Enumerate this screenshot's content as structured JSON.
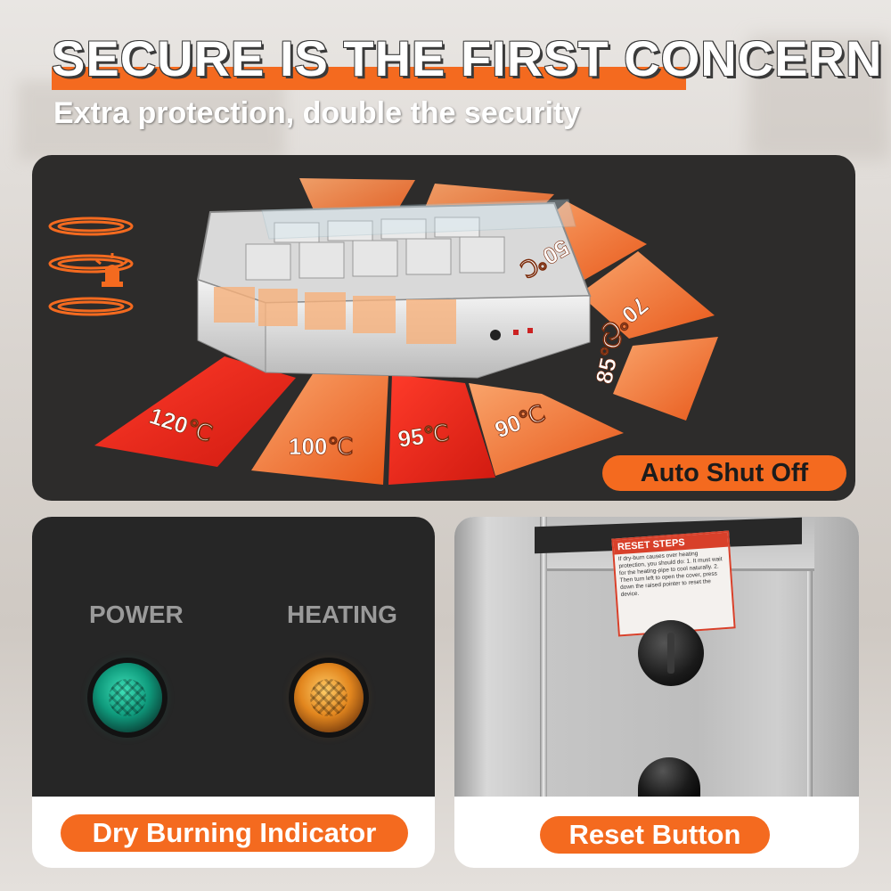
{
  "header": {
    "title": "SECURE IS THE FIRST CONCERN",
    "subtitle": "Extra protection, double the security",
    "accent_color": "#f46a1f"
  },
  "temperature_panel": {
    "labels": [
      "120℃",
      "100℃",
      "95℃",
      "90℃",
      "85℃",
      "70℃",
      "50℃"
    ],
    "auto_shut_off_label": "Auto Shut Off",
    "icons": [
      "heating-coil-icon",
      "alarm-light-icon"
    ]
  },
  "indicator_panel": {
    "power_label": "POWER",
    "heating_label": "HEATING",
    "power_color": "#14a887",
    "heating_color": "#e2861e",
    "badge": "Dry Burning Indicator"
  },
  "reset_panel": {
    "label_title": "RESET STEPS",
    "label_text": "If dry-burn causes over heating protection, you should do: 1. It must wait for the heating-pipe to cool naturally. 2. Then turn left to open the cover, press down the raised pointer to reset the device.",
    "badge": "Reset Button"
  }
}
